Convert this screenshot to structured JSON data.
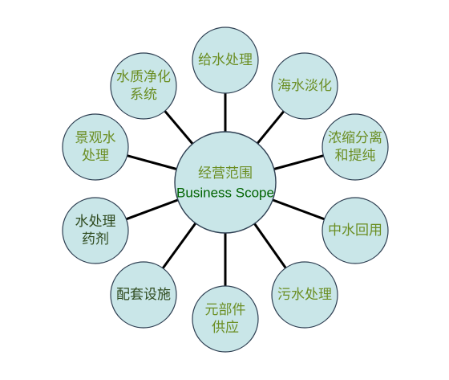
{
  "center": {
    "title_cn": "经营范围",
    "title_en": "Business Scope",
    "cn_color": "#6b8e23",
    "en_color": "#006400"
  },
  "nodes": [
    {
      "id": "water-supply-treatment",
      "lines": [
        "给水处理"
      ],
      "color": "#6b8e23"
    },
    {
      "id": "seawater-desalination",
      "lines": [
        "海水淡化"
      ],
      "color": "#6b8e23"
    },
    {
      "id": "concentration-separation",
      "lines": [
        "浓缩分离",
        "和提纯"
      ],
      "color": "#6b8e23"
    },
    {
      "id": "reclaimed-water-reuse",
      "lines": [
        "中水回用"
      ],
      "color": "#6b8e23"
    },
    {
      "id": "sewage-treatment",
      "lines": [
        "污水处理"
      ],
      "color": "#6b8e23"
    },
    {
      "id": "component-supply",
      "lines": [
        "元部件",
        "供应"
      ],
      "color": "#6b8e23"
    },
    {
      "id": "supporting-facilities",
      "lines": [
        "配套设施"
      ],
      "color": "#2e4a1e"
    },
    {
      "id": "water-treatment-chemicals",
      "lines": [
        "水处理",
        "药剂"
      ],
      "color": "#2e4a1e"
    },
    {
      "id": "landscape-water-treatment",
      "lines": [
        "景观水",
        "处理"
      ],
      "color": "#6b8e23"
    },
    {
      "id": "water-purification-system",
      "lines": [
        "水质净化",
        "系统"
      ],
      "color": "#6b8e23"
    }
  ]
}
